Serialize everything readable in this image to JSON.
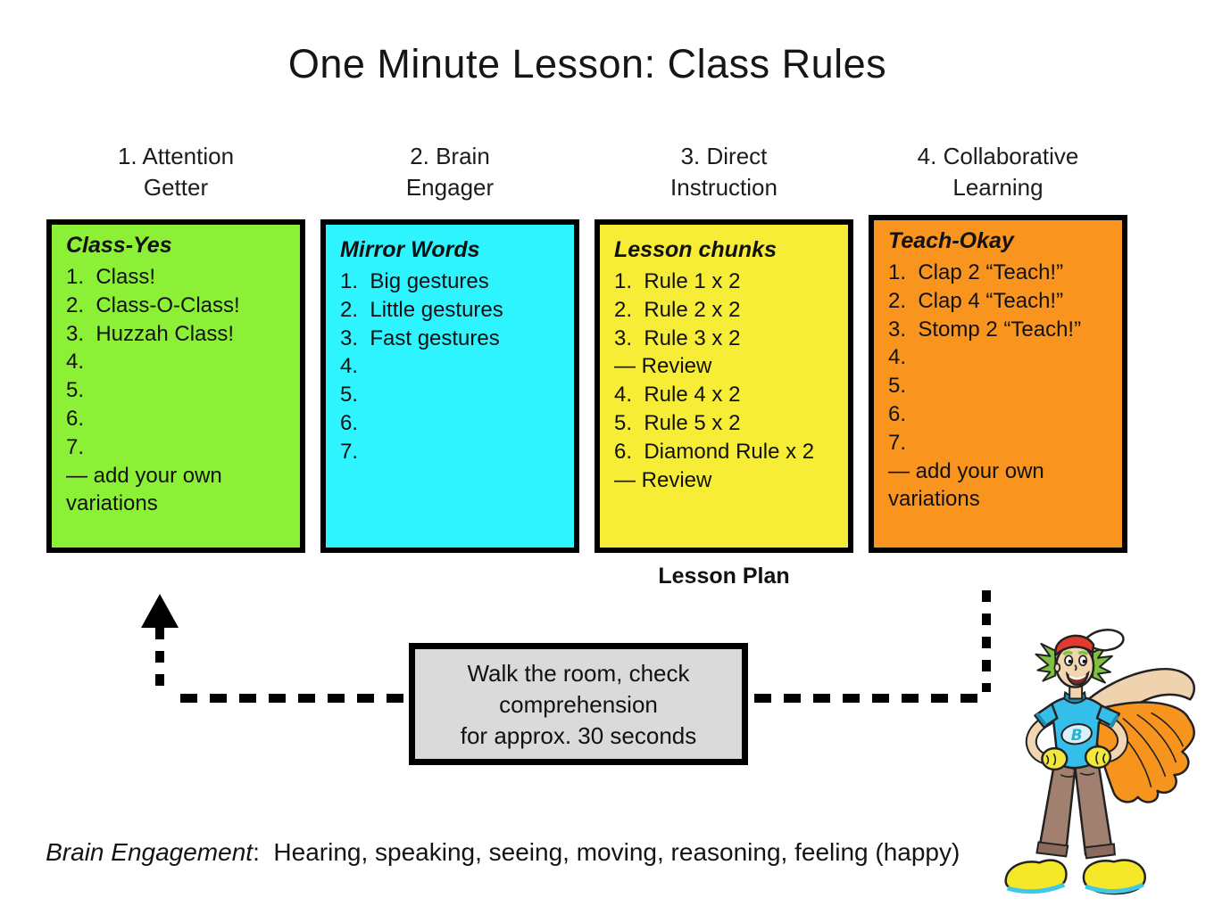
{
  "title": "One Minute Lesson: Class Rules",
  "columns": [
    {
      "header1": "1. Attention",
      "header2": "Getter",
      "box_title": "Class-Yes",
      "color": "#8CF136",
      "items": [
        "1.  Class!",
        "2.  Class-O-Class!",
        "3.  Huzzah Class!",
        "4.",
        "5.",
        "6.",
        "7.",
        "— add your own variations"
      ]
    },
    {
      "header1": "2. Brain",
      "header2": "Engager",
      "box_title": "Mirror Words",
      "color": "#2EF4FF",
      "items": [
        "1.  Big gestures",
        "2.  Little gestures",
        "3.  Fast gestures",
        "4.",
        "5.",
        "6.",
        "7."
      ]
    },
    {
      "header1": "3. Direct",
      "header2": "Instruction",
      "box_title": "Lesson chunks",
      "color": "#F7ED37",
      "items": [
        "1.  Rule 1 x 2",
        "2.  Rule 2 x 2",
        "3.  Rule 3 x 2",
        "— Review",
        "4.  Rule 4 x 2",
        "5.  Rule 5 x 2",
        "6.  Diamond Rule x 2",
        "— Review"
      ]
    },
    {
      "header1": "4. Collaborative",
      "header2": "Learning",
      "box_title": "Teach-Okay",
      "color": "#F9951E",
      "items": [
        "1.  Clap 2 “Teach!”",
        "2.  Clap 4 “Teach!”",
        "3.  Stomp 2 “Teach!”",
        "4.",
        "5.",
        "6.",
        "7.",
        "— add your own variations"
      ]
    }
  ],
  "lesson_plan_label": "Lesson Plan",
  "walk_box": {
    "line1": "Walk the room, check",
    "line2": "comprehension",
    "line3": "for approx. 30 seconds",
    "bg_color": "#DADADA"
  },
  "footer": {
    "lead": "Brain Engagement",
    "separator": ":  ",
    "rest": "Hearing, speaking, seeing, moving, reasoning, feeling (happy)"
  },
  "mascot": {
    "description": "superhero kid with backwards cap, cape and big yellow shoes",
    "shirt_letter": "B"
  },
  "colors": {
    "box_border": "#000000",
    "arrow": "#000000",
    "cape_orange": "#F7941E",
    "shirt_cyan": "#35BEE9"
  }
}
